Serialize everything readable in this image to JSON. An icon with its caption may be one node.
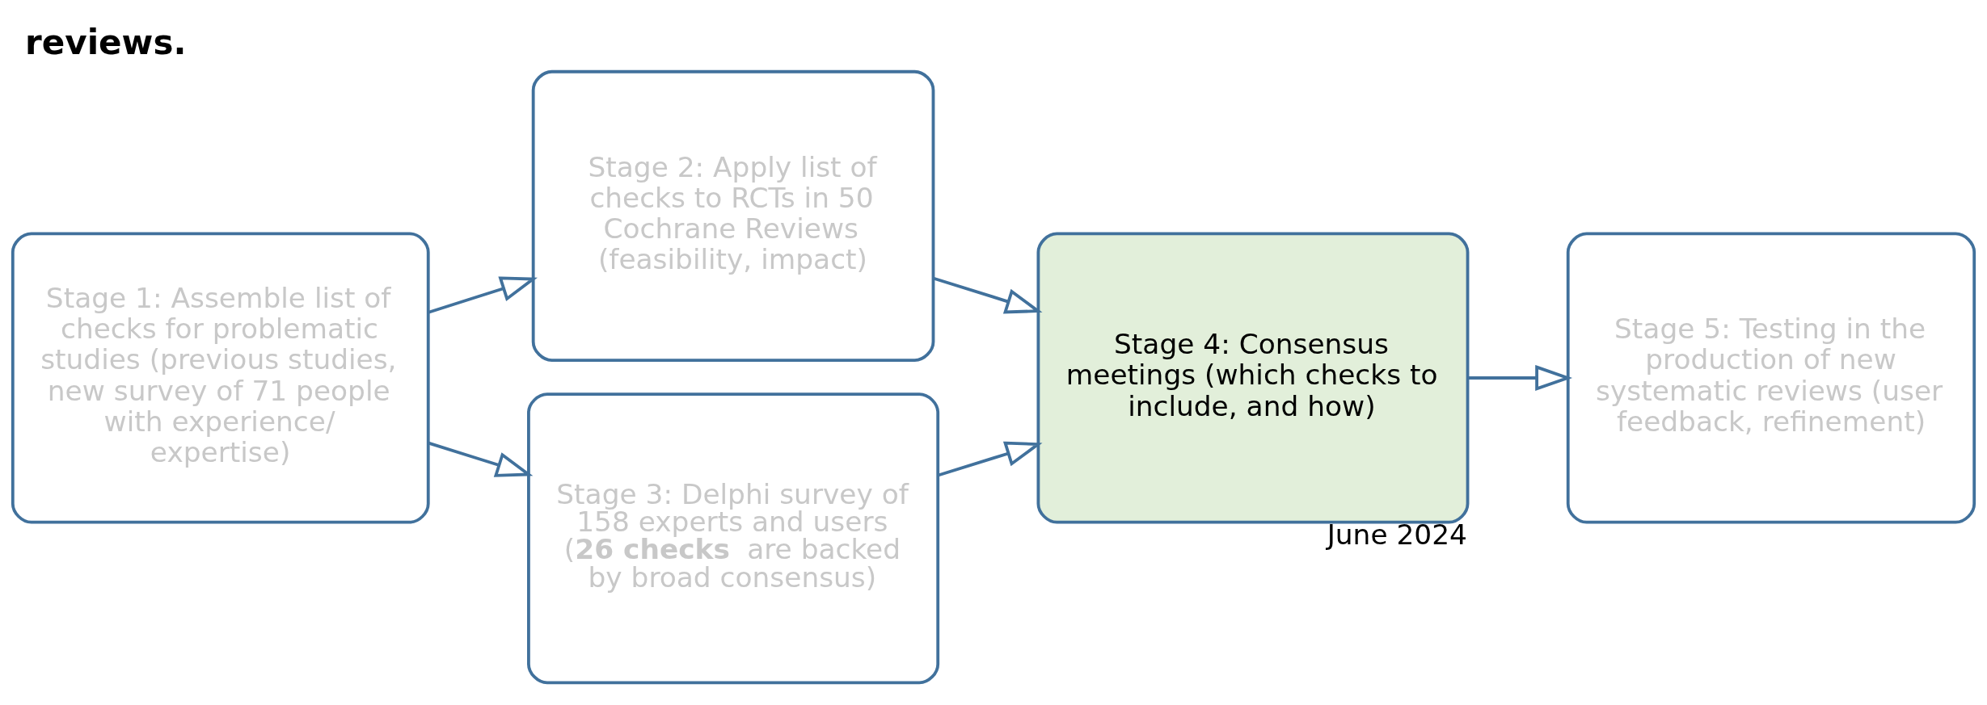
{
  "diagram": {
    "title": "reviews.",
    "nodes": [
      {
        "text": [
          "Stage 1: Assemble list of checks for problematic studies (previous studies, new survey of 71 people with experience/ expertise)"
        ]
      },
      {
        "text": [
          "Stage 2: Apply list of checks to RCTs in 50 Cochrane Reviews (feasibility, impact)"
        ]
      },
      {
        "text": [
          "Stage 3: Delphi survey of 158 experts and users (**26 checks** are backed by broad consensus)"
        ]
      },
      {
        "text": [
          "Stage 4: Consensus meetings (which checks to include, and how)"
        ],
        "beside": [
          "June 2024"
        ]
      },
      {
        "text": [
          "Stage 5: Testing in the production of new systematic reviews (user feedback, refinement)"
        ]
      }
    ],
    "edges": [
      {
        "from": 0,
        "to": 1,
        "arrow": "to"
      },
      {
        "from": 0,
        "to": 2,
        "arrow": "to"
      },
      {
        "from": 1,
        "to": 3,
        "arrow": "to"
      },
      {
        "from": 2,
        "to": 3,
        "arrow": "to"
      },
      {
        "from": 3,
        "to": 4,
        "arrow": "to"
      }
    ]
  }
}
